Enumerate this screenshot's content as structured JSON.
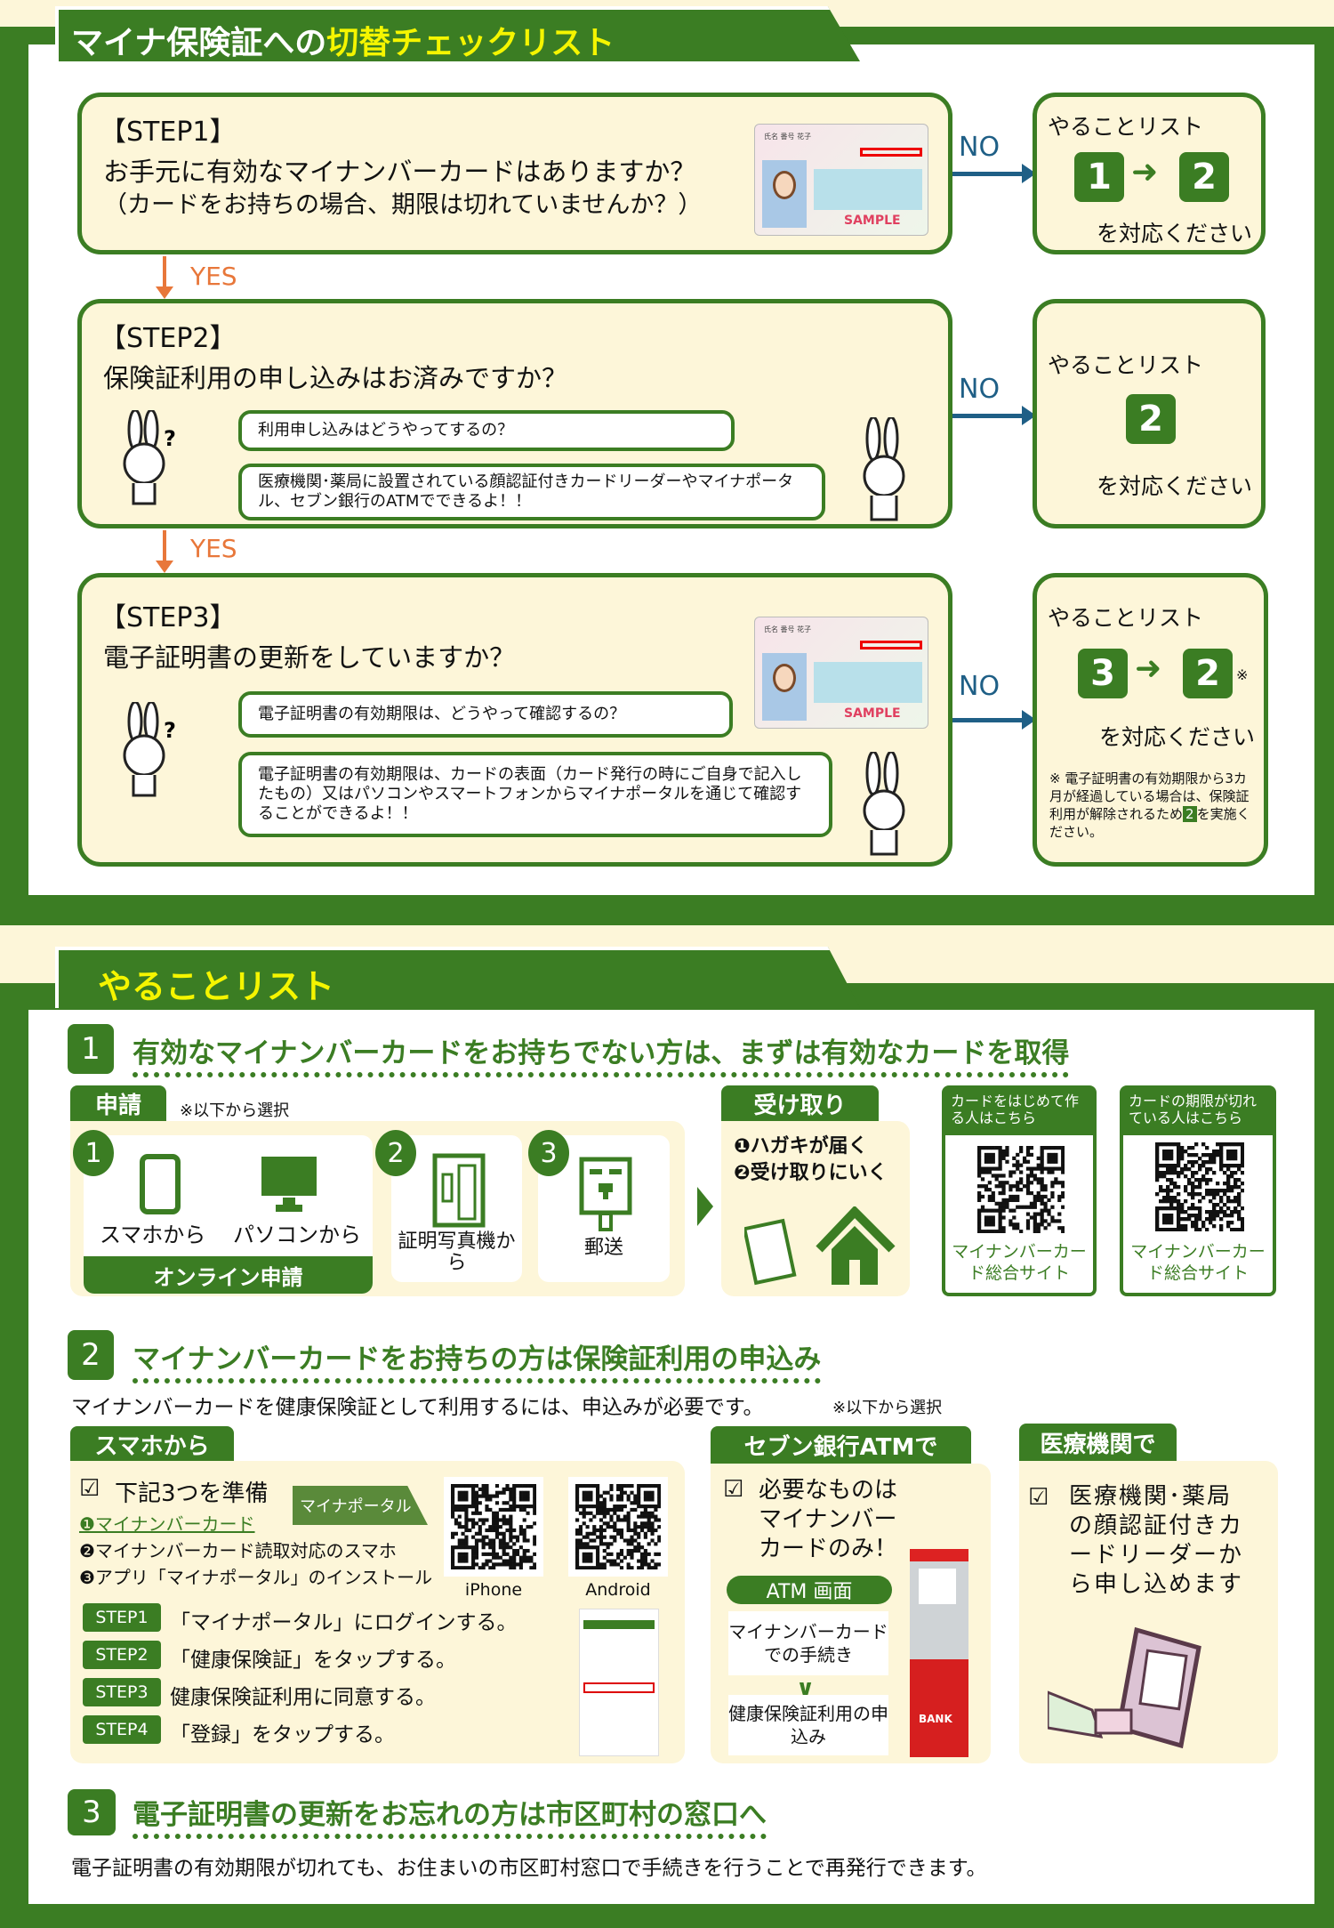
{
  "colors": {
    "green": "#3b7d23",
    "beige": "#fdf6d9",
    "title_yellow": "#f5f500",
    "yes_orange": "#e8773a",
    "no_blue": "#1f5f86"
  },
  "checklist": {
    "title_part1": "マイナ保険証への",
    "title_part2": "切替チェックリスト",
    "yes": "YES",
    "no": "NO",
    "todo_title": "やることリスト",
    "todo_end": "を対応ください",
    "steps": [
      {
        "label": "【STEP1】",
        "question": "お手元に有効なマイナンバーカードはありますか？",
        "question2": "（カードをお持ちの場合、期限は切れていませんか？）",
        "todo": [
          "1",
          "2"
        ],
        "card_sample": "SAMPLE"
      },
      {
        "label": "【STEP2】",
        "question": "保険証利用の申し込みはお済みですか？",
        "bubble_q": "利用申し込みはどうやってするの？",
        "bubble_a": "医療機関･薬局に設置されている顔認証付きカードリーダーやマイナポータル、セブン銀行のATMでできるよ！！",
        "todo": [
          "2"
        ]
      },
      {
        "label": "【STEP3】",
        "question": "電子証明書の更新をしていますか？",
        "bubble_q": "電子証明書の有効期限は、どうやって確認するの？",
        "bubble_a": "電子証明書の有効期限は、カードの表面（カード発行の時にご自身で記入したもの）又はパソコンやスマートフォンからマイナポータルを通じて確認することができるよ！！",
        "todo": [
          "3",
          "2"
        ],
        "todo_mark": "※",
        "note": "※ 電子証明書の有効期限から3カ月が経過している場合は、保険証利用が解除されるため",
        "note_num": "2",
        "note_end": "を実施ください。",
        "card_sample": "SAMPLE"
      }
    ]
  },
  "todo_list": {
    "title": "やることリスト",
    "item1": {
      "num": "1",
      "title": "有効なマイナンバーカードをお持ちでない方は、まずは有効なカードを取得",
      "apply_tab": "申請",
      "apply_note": "※以下から選択",
      "methods": [
        {
          "num": "1",
          "labels": [
            "スマホから",
            "パソコンから"
          ],
          "footer": "オンライン申請"
        },
        {
          "num": "2",
          "label": "証明写真機から"
        },
        {
          "num": "3",
          "label": "郵送"
        }
      ],
      "receive_tab": "受け取り",
      "receive_steps": [
        "❶ハガキが届く",
        "❷受け取りにいく"
      ],
      "qr": [
        {
          "header": "カードをはじめて作る人はこちら",
          "footer": "マイナンバーカード総合サイト"
        },
        {
          "header": "カードの期限が切れている人はこちら",
          "footer": "マイナンバーカード総合サイト"
        }
      ]
    },
    "item2": {
      "num": "2",
      "title": "マイナンバーカードをお持ちの方は保険証利用の申込み",
      "desc": "マイナンバーカードを健康保険証として利用するには、申込みが必要です。",
      "note": "※以下から選択",
      "smartphone": {
        "tab": "スマホから",
        "prepare": "下記3つを準備",
        "items": [
          "❶マイナンバーカード",
          "❷マイナンバーカード読取対応のスマホ",
          "❸アプリ「マイナポータル」のインストール"
        ],
        "portal_label": "マイナポータル",
        "qr_labels": [
          "iPhone",
          "Android"
        ],
        "steps": [
          {
            "badge": "STEP1",
            "text": "「マイナポータル」にログインする。"
          },
          {
            "badge": "STEP2",
            "text": "「健康保険証」をタップする。"
          },
          {
            "badge": "STEP3",
            "text": "健康保険証利用に同意する。"
          },
          {
            "badge": "STEP4",
            "text": "「登録」をタップする。"
          }
        ]
      },
      "atm": {
        "tab": "セブン銀行ATMで",
        "need": "必要なものはマイナンバーカードのみ！",
        "screen": "ATM 画面",
        "flow": [
          "マイナンバーカードでの手続き",
          "健康保険証利用の申込み"
        ],
        "bank": "BANK"
      },
      "medical": {
        "tab": "医療機関で",
        "text": "医療機関･薬局の顔認証付きカードリーダーから申し込めます"
      }
    },
    "item3": {
      "num": "3",
      "title": "電子証明書の更新をお忘れの方は市区町村の窓口へ",
      "desc": "電子証明書の有効期限が切れても、お住まいの市区町村窓口で手続きを行うことで再発行できます。"
    }
  }
}
